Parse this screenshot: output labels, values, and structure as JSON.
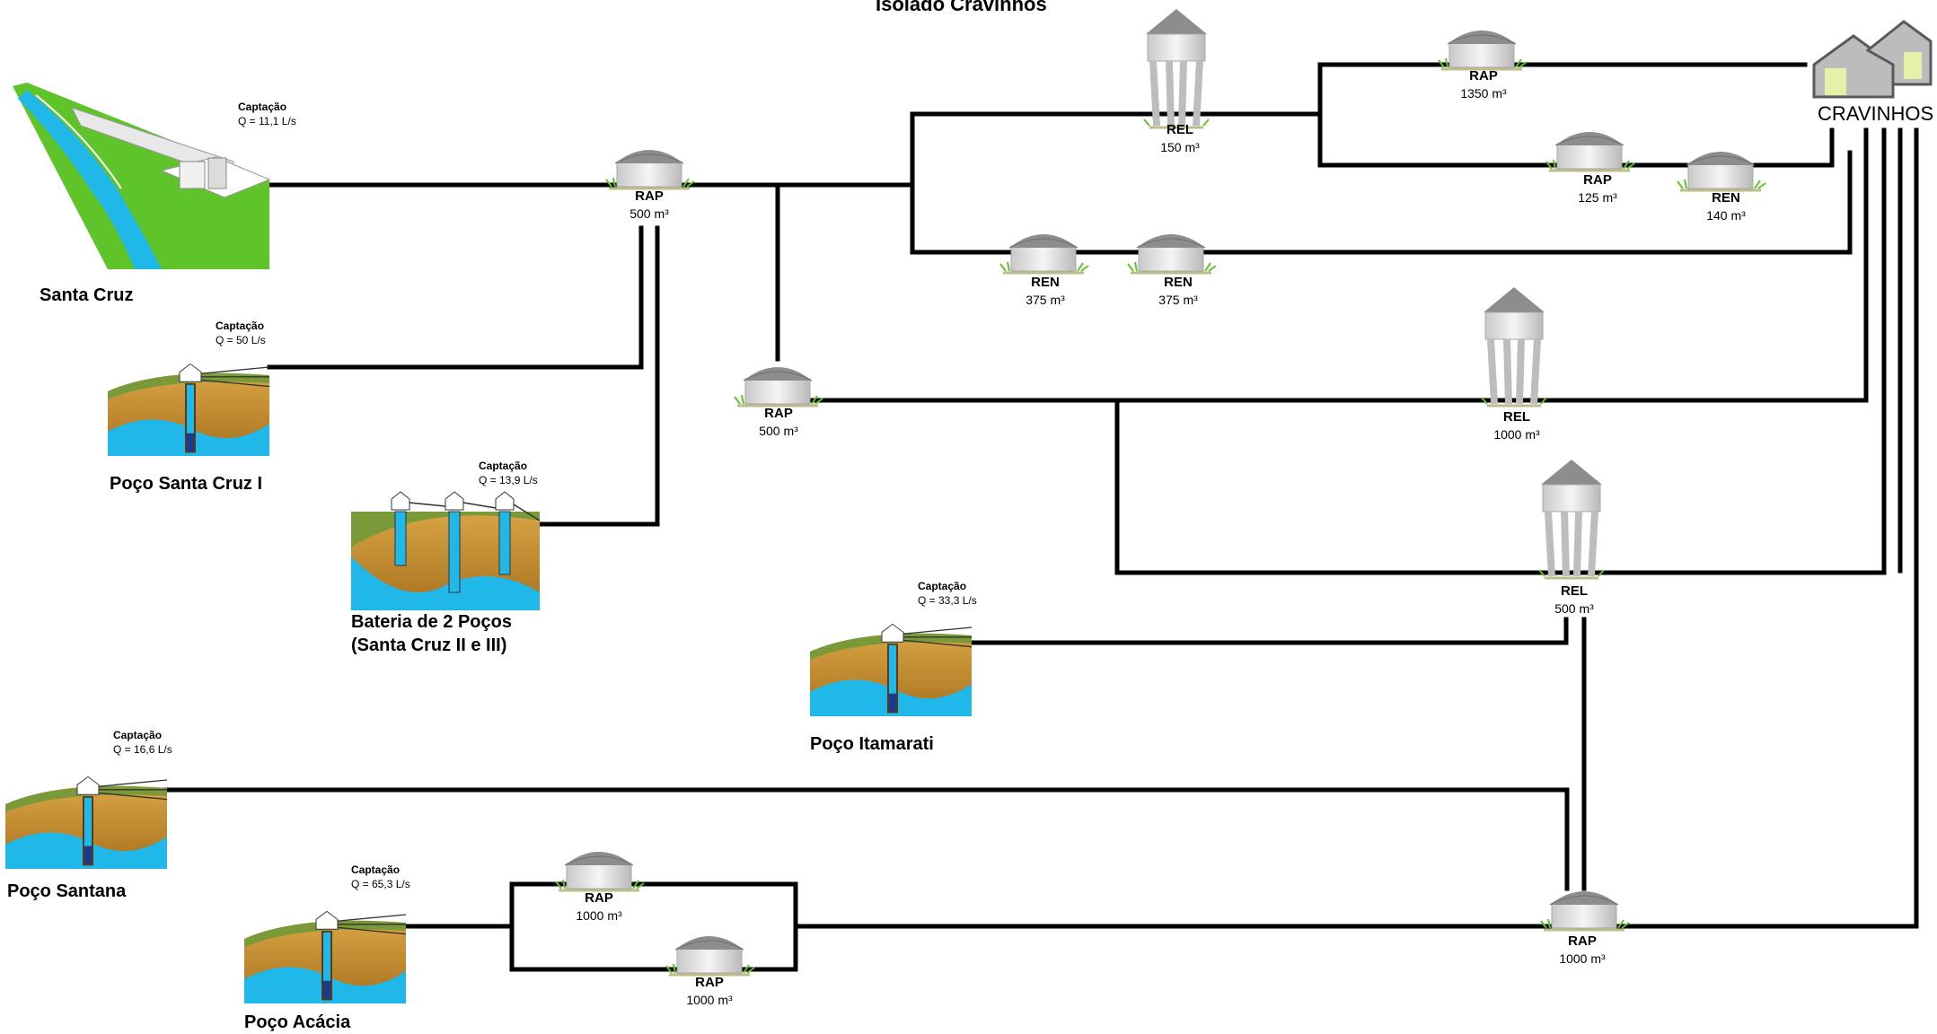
{
  "title": "Isolado Cravinhos",
  "city": "CRAVINHOS",
  "sources": {
    "santa_cruz": {
      "name": "Santa Cruz",
      "capt": "Captação",
      "flow": "Q = 11,1 L/s"
    },
    "poco_sc1": {
      "name": "Poço Santa Cruz I",
      "capt": "Captação",
      "flow": "Q = 50 L/s"
    },
    "bateria": {
      "name1": "Bateria de 2 Poços",
      "name2": "(Santa Cruz II e III)",
      "capt": "Captação",
      "flow": "Q = 13,9 L/s"
    },
    "itamarati": {
      "name": "Poço Itamarati",
      "capt": "Captação",
      "flow": "Q = 33,3 L/s"
    },
    "santana": {
      "name": "Poço Santana",
      "capt": "Captação",
      "flow": "Q = 16,6 L/s"
    },
    "acacia": {
      "name": "Poço Acácia",
      "capt": "Captação",
      "flow": "Q = 65,3 L/s"
    }
  },
  "reservoirs": {
    "rap_main": {
      "type": "RAP",
      "vol": "500 m³"
    },
    "rap_mid": {
      "type": "RAP",
      "vol": "500 m³"
    },
    "rel_150": {
      "type": "REL",
      "vol": "150 m³"
    },
    "ren_375a": {
      "type": "REN",
      "vol": "375 m³"
    },
    "ren_375b": {
      "type": "REN",
      "vol": "375 m³"
    },
    "rap_1350": {
      "type": "RAP",
      "vol": "1350 m³"
    },
    "rap_125": {
      "type": "RAP",
      "vol": "125 m³"
    },
    "ren_140": {
      "type": "REN",
      "vol": "140 m³"
    },
    "rel_1000": {
      "type": "REL",
      "vol": "1000 m³"
    },
    "rel_500": {
      "type": "REL",
      "vol": "500 m³"
    },
    "rap_1000a": {
      "type": "RAP",
      "vol": "1000 m³"
    },
    "rap_1000b": {
      "type": "RAP",
      "vol": "1000 m³"
    },
    "rap_1000c": {
      "type": "RAP",
      "vol": "1000 m³"
    }
  },
  "colors": {
    "pipe": "#000000",
    "water": "#1fb8e8",
    "grass": "#5ec42a",
    "soil": "#c8922e",
    "tank": "#9a9a9a",
    "tower": "#d8d8d8"
  }
}
